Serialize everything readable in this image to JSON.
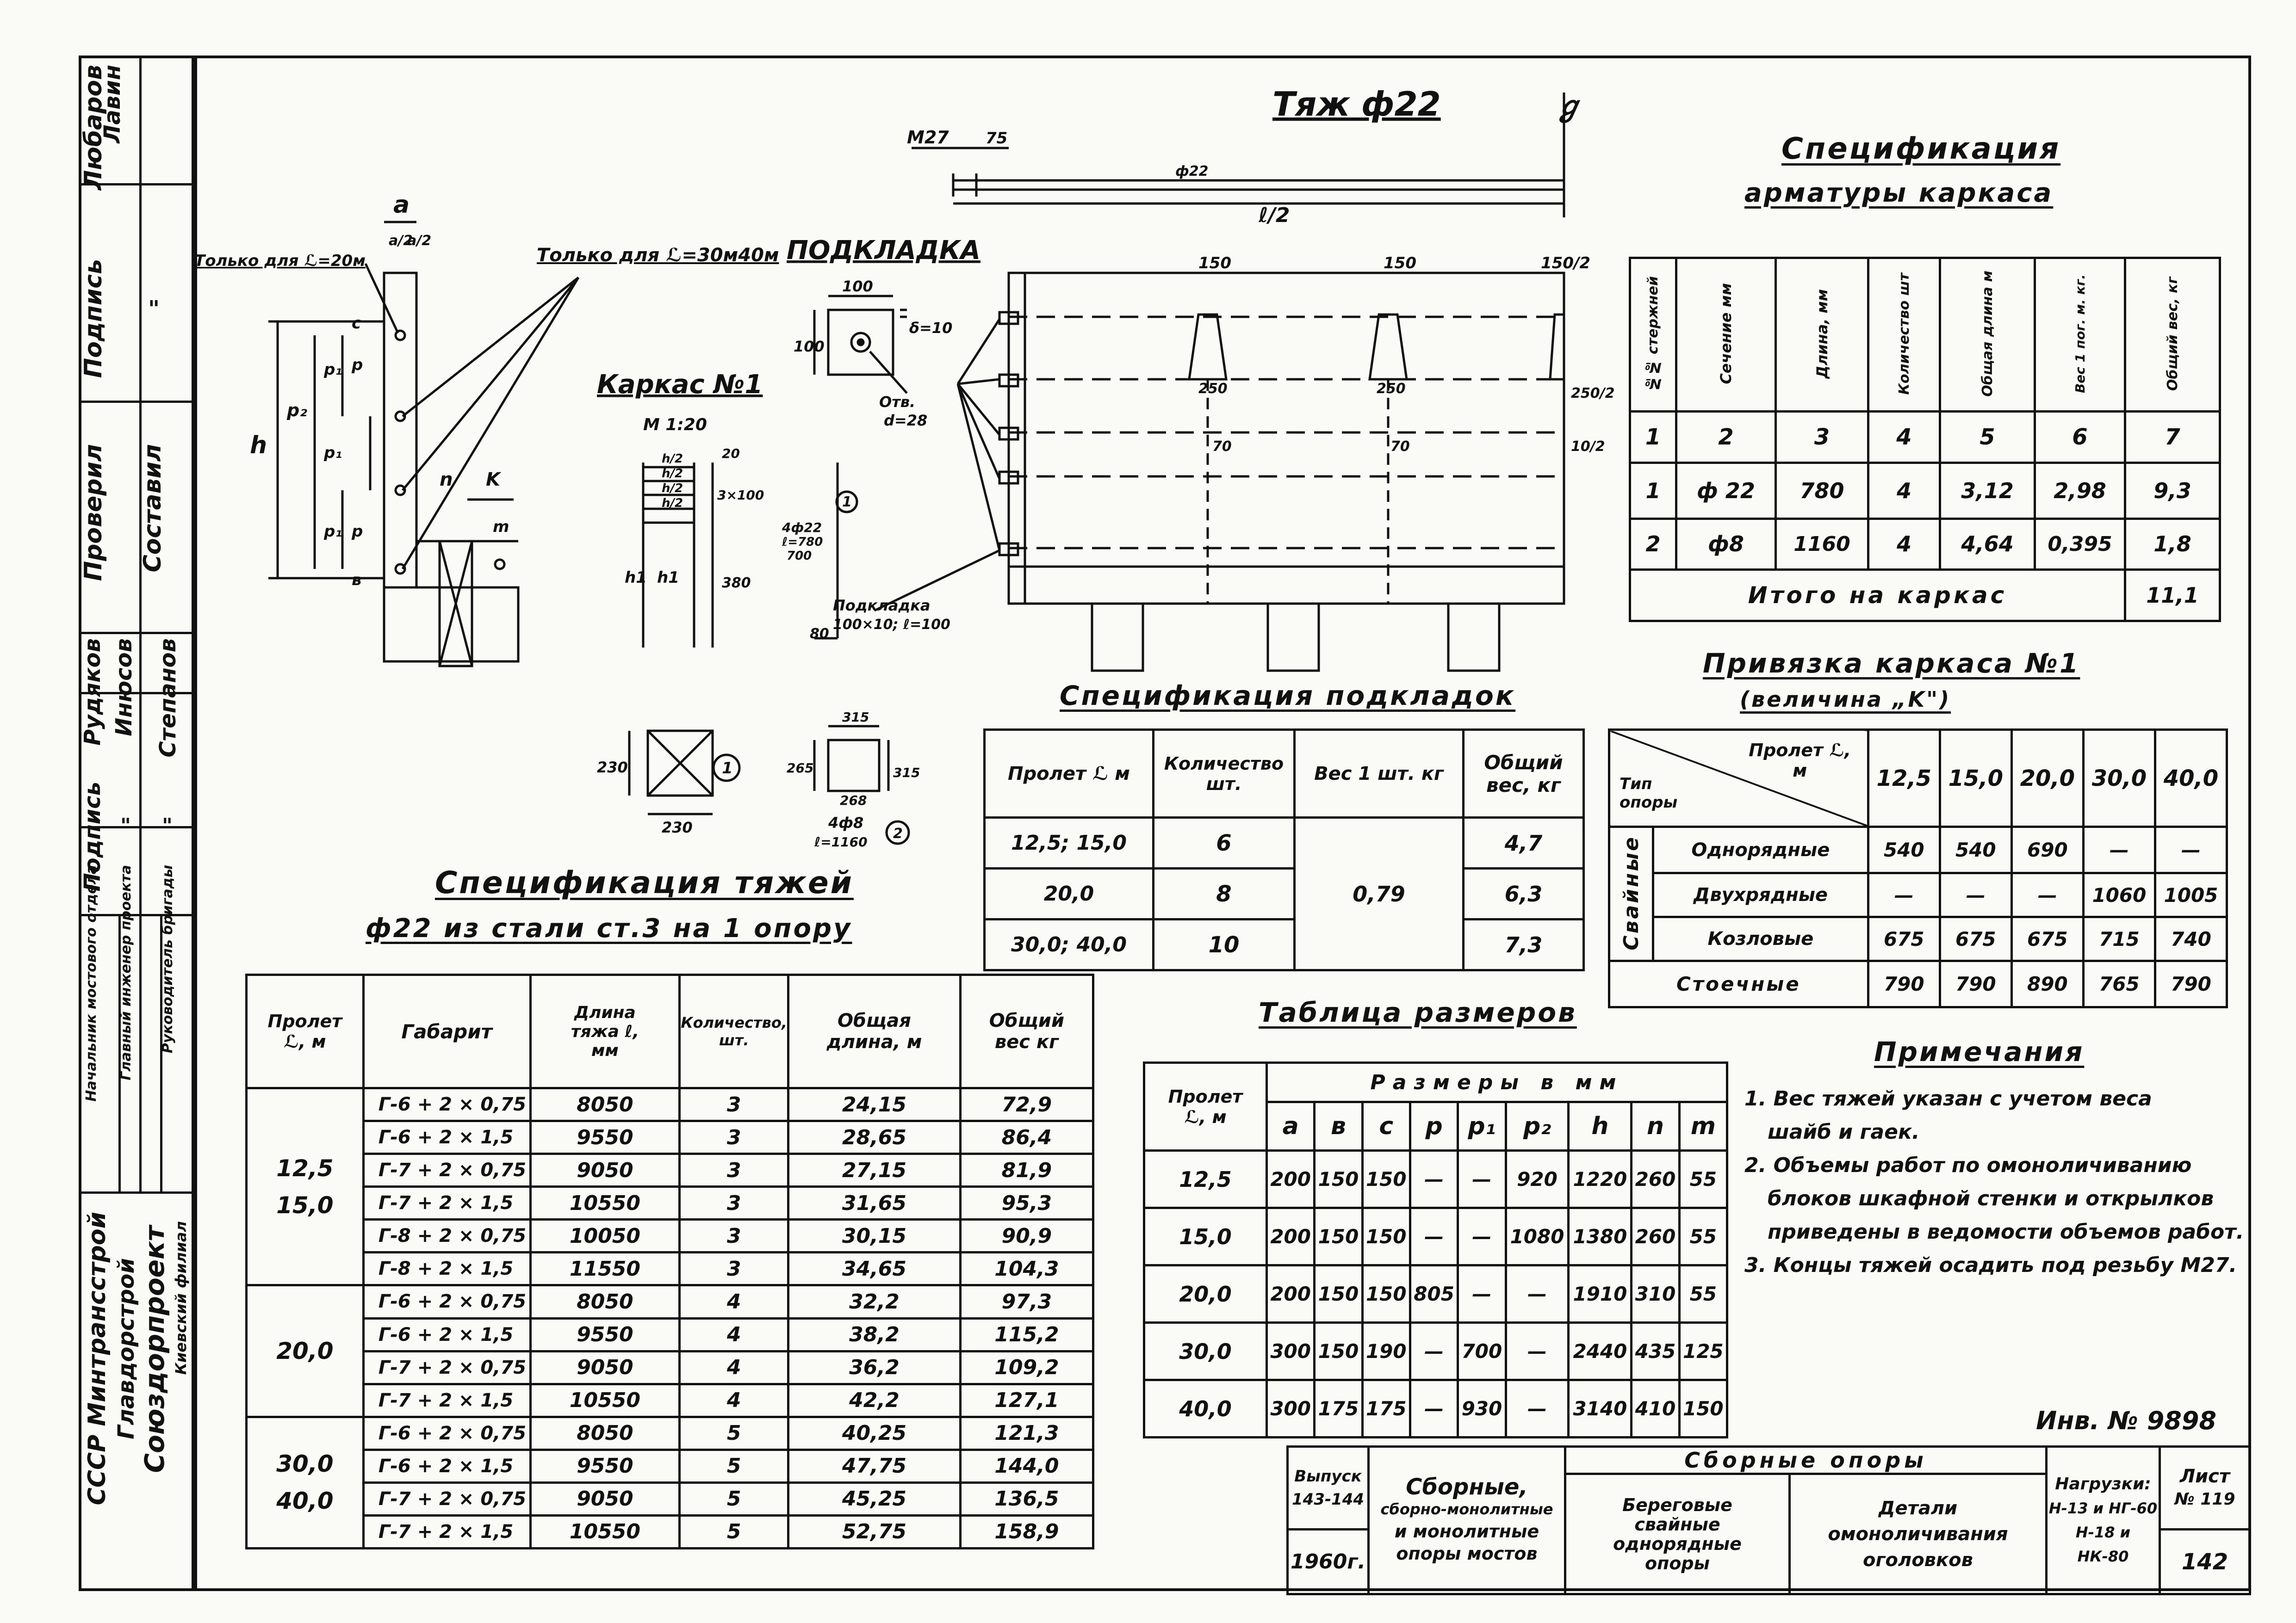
{
  "drawing": {
    "tie_title": "Тяж ф22",
    "tie_dims": {
      "thread": "М27",
      "d75": "75",
      "diam": "ф22",
      "half_length": "ℓ/2"
    },
    "axis_mark": "ℊ",
    "plate_title": "ПОДКЛАДКА",
    "plate_dims": {
      "w": "100",
      "h": "100",
      "thickness": "δ=10",
      "hole": "Отв.",
      "hole_d": "d=28"
    },
    "frame_title": "Каркас №1",
    "frame_scale": "М 1:20",
    "only_20": "Только для ℒ=20м",
    "only_30_40": "Только для ℒ=30м40м",
    "dim_letters": {
      "a": "a",
      "a2a": "a/2",
      "a2b": "a/2",
      "c": "c",
      "p": "p",
      "p1": "p₁",
      "p2": "p₂",
      "h": "h",
      "b": "в",
      "n": "n",
      "k": "K",
      "m": "m"
    },
    "frame_dims": {
      "h2": "h/2",
      "h1": "h1",
      "d20": "20",
      "d3x100": "3×100",
      "d380": "380",
      "bar": "4ф22",
      "bar_l": "ℓ=780",
      "d700": "700",
      "d80": "80",
      "mark1": "1"
    },
    "plate_callout": {
      "line1": "Подкладка",
      "line2": "100×10; ℓ=100"
    },
    "spacings": {
      "s150a": "150",
      "s150b": "150",
      "s150c": "150/2",
      "s250a": "250",
      "s250b": "250",
      "s250c": "250/2",
      "s70a": "70",
      "s70b": "70",
      "s10": "10/2"
    },
    "section1": {
      "w": "230",
      "h": "230",
      "mark": "1"
    },
    "section2": {
      "top": "315",
      "left": "265",
      "right": "315",
      "bottom": "268",
      "bars": "4ф8",
      "bars_l": "ℓ=1160",
      "mark": "2"
    }
  },
  "arm_spec": {
    "title1": "Спецификация",
    "title2": "арматуры каркаса",
    "headers": [
      "№№ стержней",
      "Сечение мм",
      "Длина, мм",
      "Количество шт",
      "Общая длина м",
      "Вес 1 пог. м. кг.",
      "Общий вес, кг"
    ],
    "nums": [
      "1",
      "2",
      "3",
      "4",
      "5",
      "6",
      "7"
    ],
    "rows": [
      [
        "1",
        "ф 22",
        "780",
        "4",
        "3,12",
        "2,98",
        "9,3"
      ],
      [
        "2",
        "ф8",
        "1160",
        "4",
        "4,64",
        "0,395",
        "1,8"
      ]
    ],
    "total_label": "Итого на каркас",
    "total_value": "11,1"
  },
  "binding": {
    "title1": "Привязка каркаса №1",
    "title2": "(величина „K\")",
    "corner_top": "Пролет ℒ, м",
    "corner_bottom": "Тип опоры",
    "spans": [
      "12,5",
      "15,0",
      "20,0",
      "30,0",
      "40,0"
    ],
    "group_label": "Свайные",
    "rows": [
      {
        "name": "Однорядные",
        "values": [
          "540",
          "540",
          "690",
          "—",
          "—"
        ]
      },
      {
        "name": "Двухрядные",
        "values": [
          "—",
          "—",
          "—",
          "1060",
          "1005"
        ]
      },
      {
        "name": "Козловые",
        "values": [
          "675",
          "675",
          "675",
          "715",
          "740"
        ]
      }
    ],
    "last_row": {
      "name": "Стоечные",
      "values": [
        "790",
        "790",
        "890",
        "765",
        "790"
      ]
    }
  },
  "plates_spec": {
    "title": "Спецификация подкладок",
    "headers": [
      "Пролет ℒ м",
      "Количество шт.",
      "Вес 1 шт. кг",
      "Общий вес, кг"
    ],
    "rows": [
      [
        "12,5; 15,0",
        "6",
        "4,7"
      ],
      [
        "20,0",
        "8",
        "6,3"
      ],
      [
        "30,0; 40,0",
        "10",
        "7,3"
      ]
    ],
    "unit_weight": "0,79"
  },
  "ties_spec": {
    "title1": "Спецификация тяжей",
    "title2": "ф22 из стали ст.3 на 1 опору",
    "headers": [
      "Пролет ℒ, м",
      "Габарит",
      "Длина тяжа ℓ, мм",
      "Количество, шт.",
      "Общая длина, м",
      "Общий вес кг"
    ],
    "groups": [
      {
        "span": "12,5 15,0",
        "rows": [
          [
            "Г-6 + 2 × 0,75",
            "8050",
            "3",
            "24,15",
            "72,9"
          ],
          [
            "Г-6 + 2 × 1,5",
            "9550",
            "3",
            "28,65",
            "86,4"
          ],
          [
            "Г-7 + 2 × 0,75",
            "9050",
            "3",
            "27,15",
            "81,9"
          ],
          [
            "Г-7 + 2 × 1,5",
            "10550",
            "3",
            "31,65",
            "95,3"
          ],
          [
            "Г-8 + 2 × 0,75",
            "10050",
            "3",
            "30,15",
            "90,9"
          ],
          [
            "Г-8 + 2 × 1,5",
            "11550",
            "3",
            "34,65",
            "104,3"
          ]
        ]
      },
      {
        "span": "20,0",
        "rows": [
          [
            "Г-6 + 2 × 0,75",
            "8050",
            "4",
            "32,2",
            "97,3"
          ],
          [
            "Г-6 + 2 × 1,5",
            "9550",
            "4",
            "38,2",
            "115,2"
          ],
          [
            "Г-7 + 2 × 0,75",
            "9050",
            "4",
            "36,2",
            "109,2"
          ],
          [
            "Г-7 + 2 × 1,5",
            "10550",
            "4",
            "42,2",
            "127,1"
          ]
        ]
      },
      {
        "span": "30,0 40,0",
        "rows": [
          [
            "Г-6 + 2 × 0,75",
            "8050",
            "5",
            "40,25",
            "121,3"
          ],
          [
            "Г-6 + 2 × 1,5",
            "9550",
            "5",
            "47,75",
            "144,0"
          ],
          [
            "Г-7 + 2 × 0,75",
            "9050",
            "5",
            "45,25",
            "136,5"
          ],
          [
            "Г-7 + 2 × 1,5",
            "10550",
            "5",
            "52,75",
            "158,9"
          ]
        ]
      }
    ]
  },
  "sizes": {
    "title": "Таблица размеров",
    "span_header": "Пролет ℒ, м",
    "group_header": "Размеры в мм",
    "cols": [
      "a",
      "в",
      "c",
      "p",
      "p₁",
      "p₂",
      "h",
      "n",
      "m"
    ],
    "rows": [
      [
        "12,5",
        "200",
        "150",
        "150",
        "—",
        "—",
        "920",
        "1220",
        "260",
        "55"
      ],
      [
        "15,0",
        "200",
        "150",
        "150",
        "—",
        "—",
        "1080",
        "1380",
        "260",
        "55"
      ],
      [
        "20,0",
        "200",
        "150",
        "150",
        "805",
        "—",
        "—",
        "1910",
        "310",
        "55"
      ],
      [
        "30,0",
        "300",
        "150",
        "190",
        "—",
        "700",
        "—",
        "2440",
        "435",
        "125"
      ],
      [
        "40,0",
        "300",
        "175",
        "175",
        "—",
        "930",
        "—",
        "3140",
        "410",
        "150"
      ]
    ]
  },
  "notes": {
    "title": "Примечания",
    "items": [
      "1. Вес тяжей указан с учетом веса",
      "шайб и гаек.",
      "2. Объемы работ по омоноличиванию",
      "блоков шкафной стенки и открылков",
      "приведены в ведомости объемов работ.",
      "3. Концы тяжей осадить под резьбу М27."
    ]
  },
  "inv": "Инв. № 9898",
  "title_block": {
    "issue_label": "Выпуск",
    "issue_value": "143-144",
    "year": "1960г.",
    "series_l1": "Сборные,",
    "series_l2": "сборно-монолитные",
    "series_l3": "и монолитные",
    "series_l4": "опоры мостов",
    "section_title": "Сборные опоры",
    "type_l1": "Береговые",
    "type_l2": "свайные",
    "type_l3": "однорядные",
    "type_l4": "опоры",
    "detail_l1": "Детали",
    "detail_l2": "омоноличивания",
    "detail_l3": "оголовков",
    "loads_label": "Нагрузки:",
    "loads_l1": "Н-13 и НГ-60",
    "loads_l2": "Н-18 и НК-80",
    "sheet_label": "Лист",
    "sheet_no": "№ 119",
    "page": "142"
  },
  "sidebar": {
    "org1": "СССР Минтрансстрой",
    "org2": "Главдорстрой",
    "org3": "Союздорпроект",
    "org4": "Киевский филиал",
    "roles": [
      "Начальник мостового отдела",
      "Главный инженер проекта",
      "Руководитель бригады"
    ],
    "sign_label1": "Подпись",
    "ditto1": "\"",
    "ditto2": "\"",
    "names1": [
      "Рудяков",
      "Инюсов",
      "Степанов"
    ],
    "checked": "Проверил",
    "made": "Составил",
    "sign_label2": "Подпись",
    "ditto3": "\"",
    "names2": [
      "Любаров",
      "Лавин"
    ]
  }
}
